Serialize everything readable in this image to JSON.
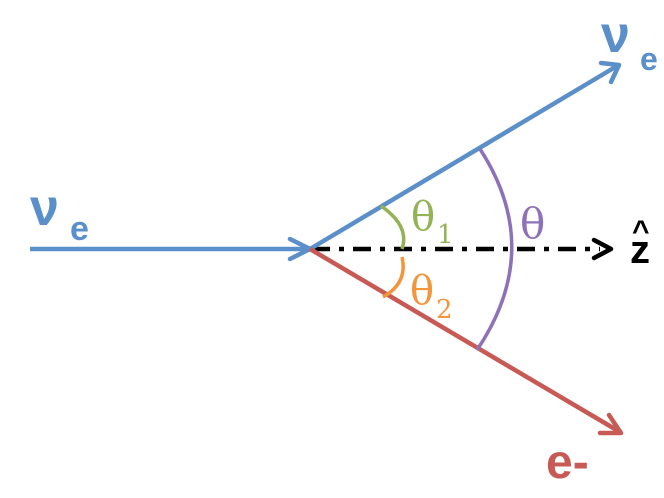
{
  "labels": {
    "incoming_nu": "ν",
    "incoming_nu_sub": "e",
    "outgoing_nu": "ν",
    "outgoing_nu_sub": "e",
    "electron": "e-",
    "theta": "θ",
    "theta1": "θ",
    "theta1_sub": "1",
    "theta2": "θ",
    "theta2_sub": "2",
    "axis": "z",
    "axis_hat": "^"
  },
  "colors": {
    "neutrino": "#5b8fc9",
    "electron": "#c85a55",
    "theta": "#8e72b8",
    "theta1": "#93b356",
    "theta2": "#f3953d",
    "axis": "#000000"
  }
}
